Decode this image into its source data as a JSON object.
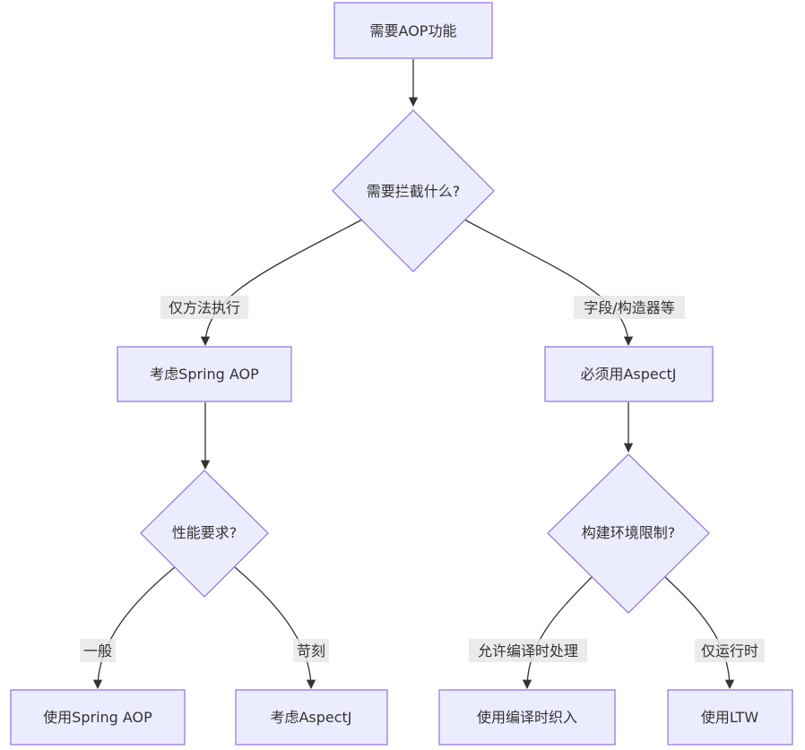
{
  "colors": {
    "node_fill": "#ECECFF",
    "node_stroke": "#9370DB",
    "edge": "#333333",
    "label_bg": "#E8E8E8",
    "text": "#333333"
  },
  "nodes": {
    "start": "需要AOP功能",
    "q_intercept": "需要拦截什么?",
    "spring_aop": "考虑Spring AOP",
    "must_aspectj": "必须用AspectJ",
    "q_performance": "性能要求?",
    "q_build_env": "构建环境限制?",
    "use_spring_aop": "使用Spring AOP",
    "consider_aspectj": "考虑AspectJ",
    "use_compile_weave": "使用编译时织入",
    "use_ltw": "使用LTW"
  },
  "edges": {
    "method_only": "仅方法执行",
    "field_ctor": "字段/构造器等",
    "normal": "一般",
    "strict": "苛刻",
    "compile_allowed": "允许编译时处理",
    "runtime_only": "仅运行时"
  }
}
